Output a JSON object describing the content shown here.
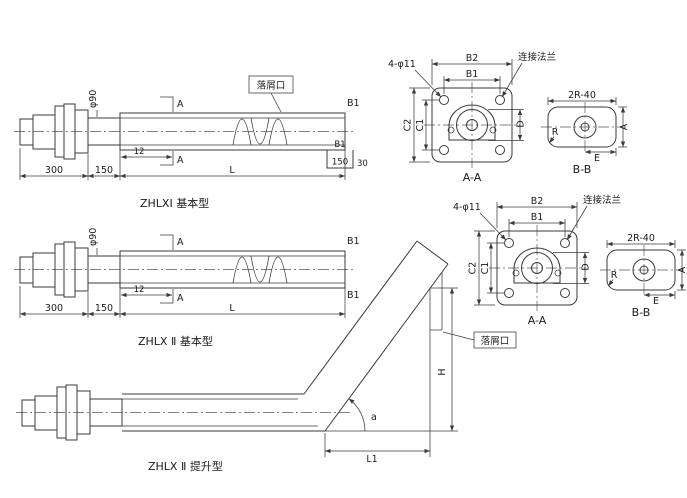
{
  "diagram": {
    "views": {
      "zhlx1": {
        "title": "ZHLXI 基本型",
        "chip_port": "落屑口",
        "b1_end": "B1",
        "spout_b1": "B1",
        "spout_150": "150",
        "dim_30": "30",
        "shaft_dia": "φ90",
        "section_a": "A",
        "dim_12": "12",
        "dim_300": "300",
        "dim_150": "150",
        "dim_L": "L"
      },
      "zhlx2_basic": {
        "title": "ZHLX Ⅱ 基本型",
        "b1_top": "B1",
        "b1_bottom": "B1",
        "shaft_dia": "φ90",
        "section_a": "A",
        "dim_12": "12",
        "dim_300": "300",
        "dim_150": "150",
        "dim_L": "L"
      },
      "zhlx2_lift": {
        "title": "ZHLX Ⅱ 提升型",
        "chip_port": "落屑口",
        "dim_H": "H",
        "dim_L1": "L1",
        "angle_a": "a"
      }
    },
    "sections": {
      "bolt_note": "4-φ11",
      "flange_note": "连接法兰",
      "dim_b2": "B2",
      "dim_b1": "B1",
      "dim_c2": "C2",
      "dim_c1": "C1",
      "dim_d": "D",
      "caption_aa": "A-A",
      "dim_2r40": "2R-40",
      "dim_r": "R",
      "dim_e": "E",
      "dim_a": "A",
      "caption_bb": "B-B"
    }
  }
}
